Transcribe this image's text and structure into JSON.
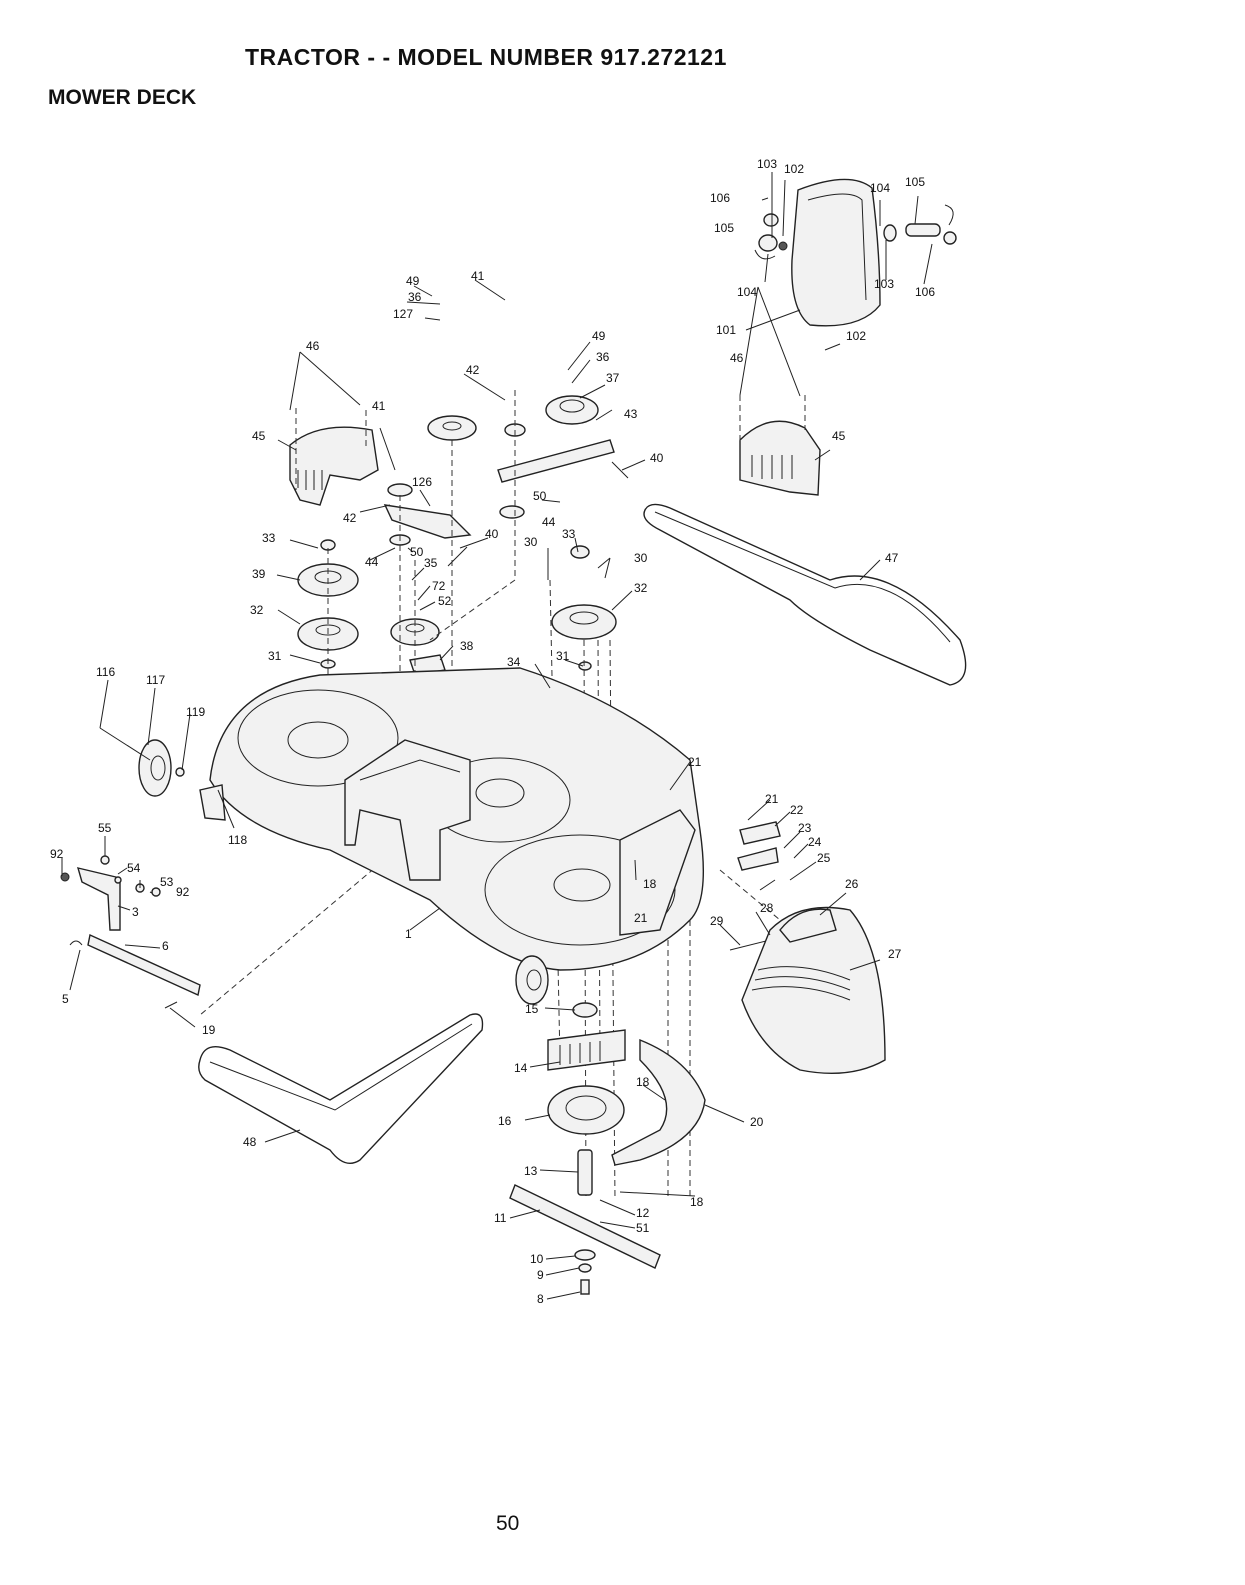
{
  "header": {
    "title": "TRACTOR - - MODEL NUMBER 917.272121",
    "subtitle": "MOWER DECK"
  },
  "footer": {
    "page_number": "50"
  },
  "callouts": [
    {
      "id": "c103a",
      "text": "103"
    },
    {
      "id": "c102a",
      "text": "102"
    },
    {
      "id": "c104a",
      "text": "104"
    },
    {
      "id": "c105a",
      "text": "105"
    },
    {
      "id": "c106a",
      "text": "106"
    },
    {
      "id": "c105b",
      "text": "105"
    },
    {
      "id": "c104b",
      "text": "104"
    },
    {
      "id": "c103b",
      "text": "103"
    },
    {
      "id": "c106b",
      "text": "106"
    },
    {
      "id": "c101",
      "text": "101"
    },
    {
      "id": "c102b",
      "text": "102"
    },
    {
      "id": "c46a",
      "text": "46"
    },
    {
      "id": "c45a",
      "text": "45"
    },
    {
      "id": "c49a",
      "text": "49"
    },
    {
      "id": "c36a",
      "text": "36"
    },
    {
      "id": "c127",
      "text": "127"
    },
    {
      "id": "c41a",
      "text": "41"
    },
    {
      "id": "c41b",
      "text": "41"
    },
    {
      "id": "c42a",
      "text": "42"
    },
    {
      "id": "c49b",
      "text": "49"
    },
    {
      "id": "c36b",
      "text": "36"
    },
    {
      "id": "c37",
      "text": "37"
    },
    {
      "id": "c43",
      "text": "43"
    },
    {
      "id": "c40a",
      "text": "40"
    },
    {
      "id": "c46b",
      "text": "46"
    },
    {
      "id": "c45b",
      "text": "45"
    },
    {
      "id": "c126",
      "text": "126"
    },
    {
      "id": "c42b",
      "text": "42"
    },
    {
      "id": "c50a",
      "text": "50"
    },
    {
      "id": "c44a",
      "text": "44"
    },
    {
      "id": "c33a",
      "text": "33"
    },
    {
      "id": "c44b",
      "text": "44"
    },
    {
      "id": "c50b",
      "text": "50"
    },
    {
      "id": "c40b",
      "text": "40"
    },
    {
      "id": "c35",
      "text": "35"
    },
    {
      "id": "c30a",
      "text": "30"
    },
    {
      "id": "c33b",
      "text": "33"
    },
    {
      "id": "c30b",
      "text": "30"
    },
    {
      "id": "c39",
      "text": "39"
    },
    {
      "id": "c72",
      "text": "72"
    },
    {
      "id": "c52",
      "text": "52"
    },
    {
      "id": "c32a",
      "text": "32"
    },
    {
      "id": "c32b",
      "text": "32"
    },
    {
      "id": "c47",
      "text": "47"
    },
    {
      "id": "c38",
      "text": "38"
    },
    {
      "id": "c31a",
      "text": "31"
    },
    {
      "id": "c31b",
      "text": "31"
    },
    {
      "id": "c34",
      "text": "34"
    },
    {
      "id": "c116",
      "text": "116"
    },
    {
      "id": "c117",
      "text": "117"
    },
    {
      "id": "c119",
      "text": "119"
    },
    {
      "id": "c21a",
      "text": "21"
    },
    {
      "id": "c21b",
      "text": "21"
    },
    {
      "id": "c22",
      "text": "22"
    },
    {
      "id": "c23",
      "text": "23"
    },
    {
      "id": "c24",
      "text": "24"
    },
    {
      "id": "c25",
      "text": "25"
    },
    {
      "id": "c118",
      "text": "118"
    },
    {
      "id": "c55",
      "text": "55"
    },
    {
      "id": "c92a",
      "text": "92"
    },
    {
      "id": "c54",
      "text": "54"
    },
    {
      "id": "c53",
      "text": "53"
    },
    {
      "id": "c92b",
      "text": "92"
    },
    {
      "id": "c3",
      "text": "3"
    },
    {
      "id": "c18a",
      "text": "18"
    },
    {
      "id": "c26",
      "text": "26"
    },
    {
      "id": "c21c",
      "text": "21"
    },
    {
      "id": "c28",
      "text": "28"
    },
    {
      "id": "c29",
      "text": "29"
    },
    {
      "id": "c1",
      "text": "1"
    },
    {
      "id": "c27",
      "text": "27"
    },
    {
      "id": "c6",
      "text": "6"
    },
    {
      "id": "c5",
      "text": "5"
    },
    {
      "id": "c19",
      "text": "19"
    },
    {
      "id": "c15",
      "text": "15"
    },
    {
      "id": "c14",
      "text": "14"
    },
    {
      "id": "c18b",
      "text": "18"
    },
    {
      "id": "c16",
      "text": "16"
    },
    {
      "id": "c20",
      "text": "20"
    },
    {
      "id": "c48",
      "text": "48"
    },
    {
      "id": "c13",
      "text": "13"
    },
    {
      "id": "c18c",
      "text": "18"
    },
    {
      "id": "c12",
      "text": "12"
    },
    {
      "id": "c11",
      "text": "11"
    },
    {
      "id": "c51",
      "text": "51"
    },
    {
      "id": "c10",
      "text": "10"
    },
    {
      "id": "c9",
      "text": "9"
    },
    {
      "id": "c8",
      "text": "8"
    }
  ]
}
